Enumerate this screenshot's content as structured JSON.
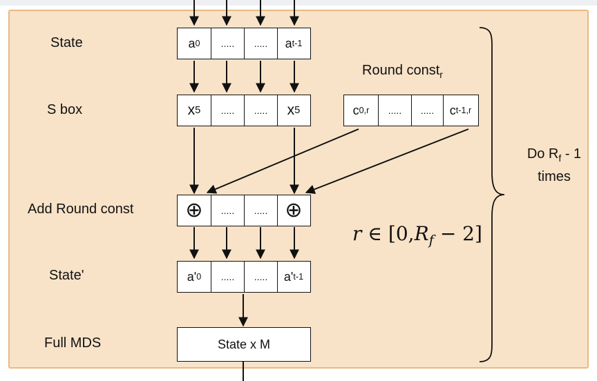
{
  "labels": {
    "state": "State",
    "sbox": "S box",
    "round_const_title": "Round const",
    "round_const_title_sub": "r",
    "add_round_const": "Add Round const",
    "state_prime": "State'",
    "full_mds": "Full MDS"
  },
  "state_cells": {
    "first": "a",
    "first_sub": "0",
    "dots1": ".....",
    "dots2": ".....",
    "last": "a",
    "last_sub": "t-1"
  },
  "sbox_cells": {
    "first": "x",
    "first_sup": "5",
    "dots1": ".....",
    "dots2": ".....",
    "last": "x",
    "last_sup": "5"
  },
  "const_cells": {
    "first": "c",
    "first_sub": "0,r",
    "dots1": ".....",
    "dots2": ".....",
    "last": "c",
    "last_sub": "t-1,r"
  },
  "add_cells": {
    "first": "⊕",
    "dots1": ".....",
    "dots2": ".....",
    "last": "⊕"
  },
  "state_prime_cells": {
    "first": "a'",
    "first_sub": "0",
    "dots1": ".....",
    "dots2": ".....",
    "last": "a'",
    "last_sub": "t-1"
  },
  "mds_box": "State x M",
  "formula": {
    "r": "r",
    "in": " ∈ [0,",
    "R": "R",
    "R_sub": "f",
    "tail": " − 2]"
  },
  "brace_label": {
    "line1_pre": "Do R",
    "line1_sub": "f",
    "line1_post": " - 1",
    "line2": "times"
  },
  "colors": {
    "panel_fill": "#f8e3c8",
    "panel_border": "#e8b983",
    "stroke": "#111111"
  }
}
